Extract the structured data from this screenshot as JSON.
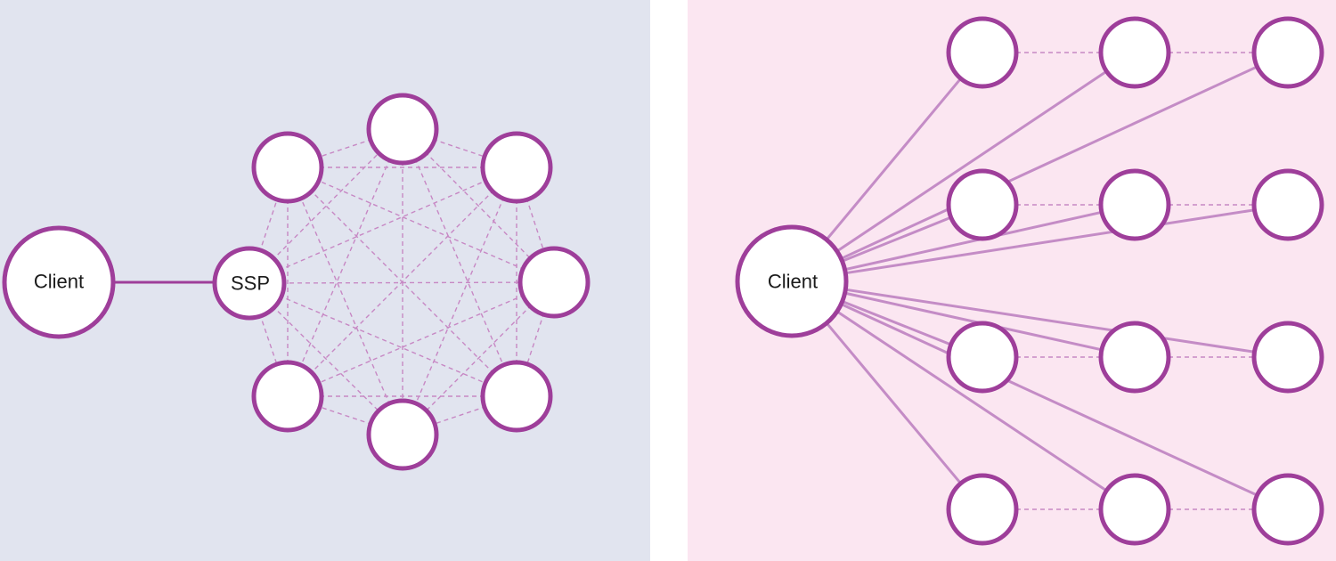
{
  "colors": {
    "left_panel_bg": "#e1e4ef",
    "right_panel_bg": "#fbe6f1",
    "node_stroke": "#9e3e9a",
    "node_fill": "#ffffff",
    "solid_link": "#9e3e9a",
    "fan_link": "#c48cc6",
    "dashed_link": "#c788c4"
  },
  "left_diagram": {
    "client_label": "Client",
    "hub_label": "SSP",
    "peer_count": 7,
    "topology": "full mesh via SSP hub"
  },
  "right_diagram": {
    "client_label": "Client",
    "grid_rows": 4,
    "grid_cols": 3,
    "topology": "client connects directly to every node"
  }
}
